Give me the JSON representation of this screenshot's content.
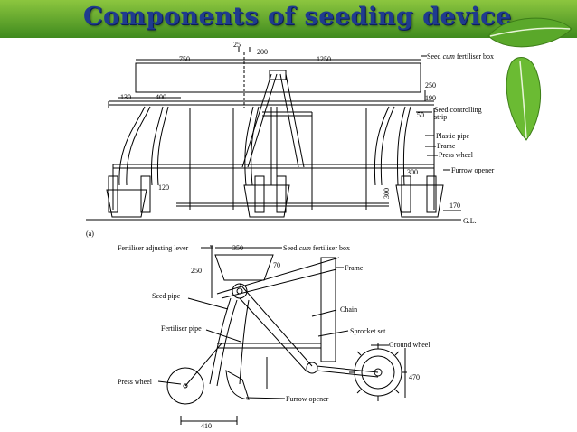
{
  "slide": {
    "title": "Components of seeding device"
  },
  "figure_a": {
    "tag": "(a)",
    "dimensions": {
      "d25": "25",
      "d200": "200",
      "d750": "750",
      "d1250": "1250",
      "d250": "250",
      "d190": "190",
      "d130": "130",
      "d400": "400",
      "d50": "50",
      "d300": "300",
      "d300v": "300",
      "d120": "120",
      "d170": "170"
    },
    "labels": {
      "seed_box_pre": "Seed ",
      "seed_box_em": "cum",
      "seed_box_post": " fertiliser box",
      "seed_strip_1": "Seed controlling",
      "seed_strip_2": "strip",
      "plastic_pipe": "Plastic pipe",
      "frame": "Frame",
      "press_wheel": "Press wheel",
      "furrow_opener": "Furrow opener",
      "ground_level": "G.L."
    }
  },
  "figure_b": {
    "dimensions": {
      "d350": "350",
      "d70": "70",
      "d250": "250",
      "d470": "470",
      "d410": "410"
    },
    "labels": {
      "fert_lever": "Fertiliser adjusting lever",
      "seed_box_pre": "Seed ",
      "seed_box_em": "cum",
      "seed_box_post": " fertiliser box",
      "frame": "Frame",
      "seed_pipe": "Seed pipe",
      "chain": "Chain",
      "fert_pipe": "Fertiliser pipe",
      "sprocket_set": "Sprocket set",
      "ground_wheel": "Ground wheel",
      "press_wheel": "Press wheel",
      "furrow_opener": "Furrow opener"
    }
  },
  "colors": {
    "title_text": "#1f3b8f",
    "banner_top": "#8cc63f",
    "banner_bottom": "#3f8a1e",
    "leaf": "#5aa82a"
  },
  "icons": {
    "decoration": "green-leaf-icon"
  }
}
